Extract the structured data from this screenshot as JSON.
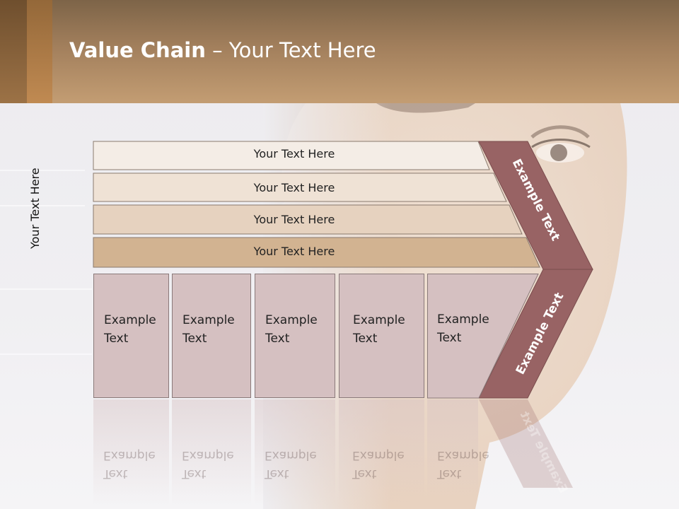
{
  "slide": {
    "title_bold": "Value Chain",
    "title_rest": " – Your Text Here"
  },
  "diagram": {
    "vertical_label": "Your Text Here",
    "bars": [
      {
        "label": "Your Text Here",
        "color": "#f4ede6"
      },
      {
        "label": "Your Text Here",
        "color": "#efe2d5"
      },
      {
        "label": "Your Text Here",
        "color": "#e6d2bf"
      },
      {
        "label": "Your Text Here",
        "color": "#d2b391"
      }
    ],
    "cards": [
      {
        "line1": "Example",
        "line2": "Text"
      },
      {
        "line1": "Example",
        "line2": "Text"
      },
      {
        "line1": "Example",
        "line2": "Text"
      },
      {
        "line1": "Example",
        "line2": "Text"
      },
      {
        "line1": "Example",
        "line2": "Text"
      }
    ],
    "chevron_upper_label": "Example Text",
    "chevron_lower_label": "Example Text",
    "chevron_color": "#986364",
    "card_color": "#d5c0c1"
  }
}
